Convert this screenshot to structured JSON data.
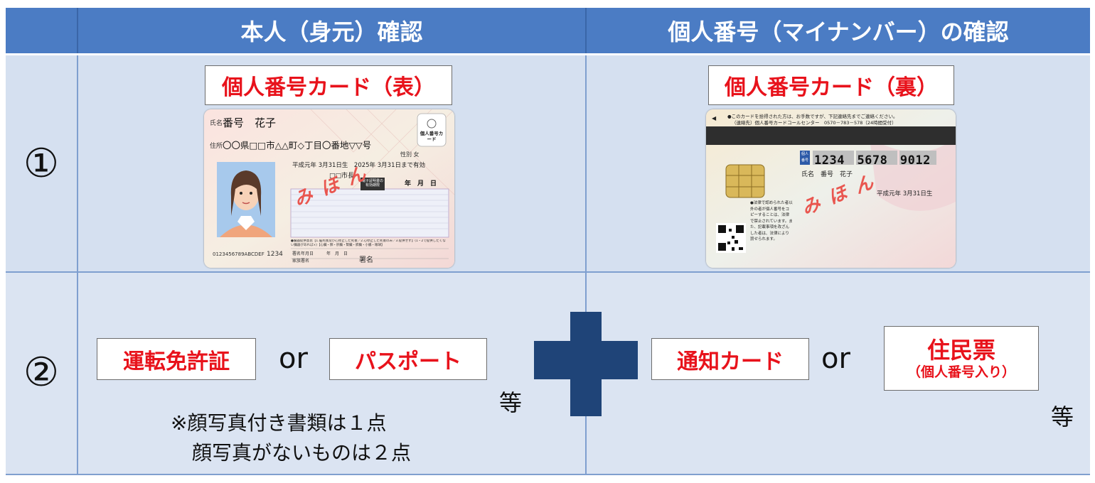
{
  "header": {
    "col_left": "本人（身元）確認",
    "col_right": "個人番号（マイナンバー）の確認"
  },
  "rows": {
    "row1_num": "①",
    "row2_num": "②"
  },
  "row1": {
    "front_label": "個人番号カード（表）",
    "back_label": "個人番号カード（裏）",
    "front_card": {
      "name_label": "氏名",
      "name": "番号　花子",
      "address_label": "住所",
      "address": "〇〇県□□市△△町◇丁目〇番地▽▽号",
      "sex": "性別 女",
      "birth_validity": "平成元年 3月31日生　2025年 3月31日まで有効",
      "issuer": "□□市長",
      "cert_box": "電子証明書の有効期限",
      "ymd": "年　月　日",
      "sample": "みほん",
      "logo": "個人番号カード",
      "donor": "●臓器提供意思【1.脳死後及び心停止した死後／2.心停止した死後のみ／3.提供せず】(1・2で提供したくない臓器があれば×)【心臓・肺・肝臓・腎臓・膵臓・小腸・眼球】",
      "sig_date": "署名年月日　　　年　月　日",
      "family": "家族署名",
      "sign": "署名",
      "serial": "0123456789ABCDEF",
      "code": "1234"
    },
    "back_card": {
      "notice": "●このカードを拾得された方は、お手数ですが、下記連絡先までご連絡ください。",
      "contact": "（連絡先）個人番号カードコールセンター　0570－783－578（24時間受付）",
      "numlabel": "個人番号",
      "number": "1234　5678　9012",
      "name_line": "氏名　番号　花子",
      "birth": "平成元年 3月31日生",
      "sample": "みほん",
      "law": "●法律で認められた者以外の者が個人番号をコピーすることは、法律で禁止されています。また、記載事項を改ざんした者は、法律により罰せられます。"
    }
  },
  "row2": {
    "license": "運転免許証",
    "or1": "or",
    "passport": "パスポート",
    "etc1": "等",
    "note1": "※顔写真付き書類は１点",
    "note2": "顔写真がないものは２点",
    "notice_card": "通知カード",
    "or2": "or",
    "juminhyo_title": "住民票",
    "juminhyo_sub": "（個人番号入り）",
    "etc2": "等"
  },
  "colors": {
    "header_bg": "#4b7cc4",
    "row_bg": "#d5e0f0",
    "label_red": "#e8121b",
    "plus_navy": "#1f4478"
  }
}
